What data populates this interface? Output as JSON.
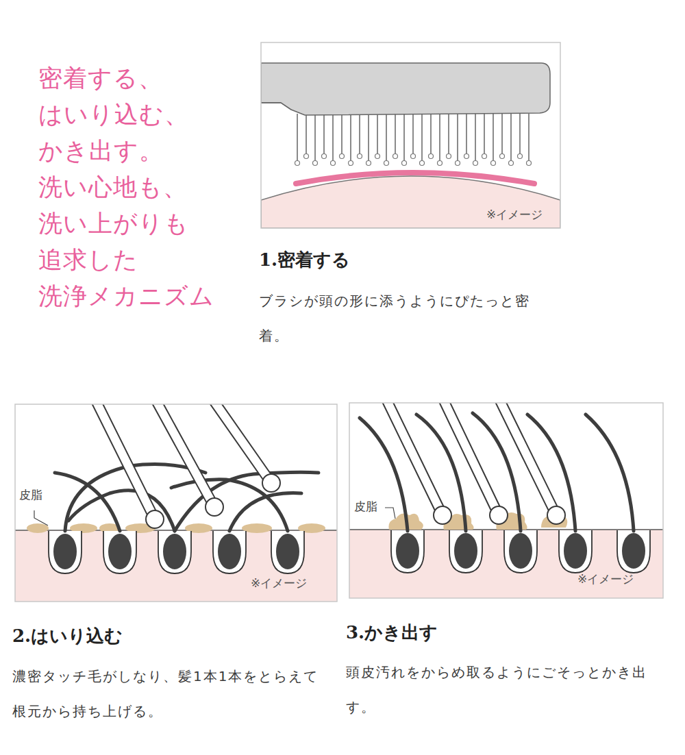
{
  "diagram": {
    "title": "密着する、 はいり込む、 かき出す。 洗い心地も、 洗い上がりも 追求した 洗浄メカニズム",
    "nodes": [
      {
        "text": [
          "※イメージ",
          "1.密着する",
          "ブラシが頭の形に添うようにぴたっと密着。"
        ]
      },
      {
        "text": [
          "皮脂",
          "※イメージ",
          "2.はいり込む",
          "濃密タッチ毛がしなり、髪1本1本をとらえて根元から持ち上げる。"
        ]
      },
      {
        "text": [
          "皮脂",
          "※イメージ",
          "3.かき出す",
          "頭皮汚れをからめ取るようにごそっとかき出す。"
        ]
      }
    ]
  }
}
